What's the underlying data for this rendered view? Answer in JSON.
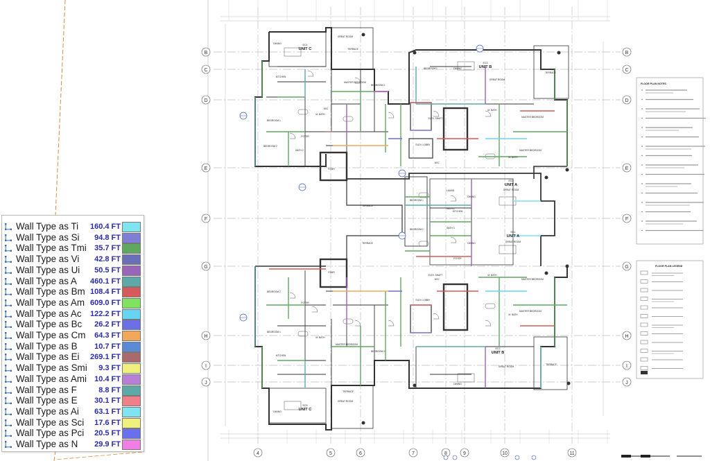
{
  "colors": {
    "paper": "#ffffff",
    "linework": "#3a3a3a",
    "grid_line": "#9a9a9a",
    "boundary_dash": "#d98c3a",
    "legend_value": "#2b2ba8"
  },
  "grid": {
    "rows": [
      "B",
      "C",
      "D",
      "E",
      "F",
      "G",
      "H",
      "I",
      "J"
    ],
    "columns": [
      "4",
      "5",
      "6",
      "7",
      "8",
      "9",
      "10",
      "11"
    ]
  },
  "units": [
    {
      "name": "UNIT C",
      "code": "EC4"
    },
    {
      "name": "UNIT B",
      "code": "EC3"
    },
    {
      "name": "UNIT A",
      "code": "EC0"
    },
    {
      "name": "UNIT A",
      "code": "EC1"
    },
    {
      "name": "UNIT B",
      "code": "EC2"
    },
    {
      "name": "UNIT C",
      "code": "EC5"
    }
  ],
  "rooms": [
    "GREAT ROOM",
    "DINING",
    "TERRACE",
    "KITCHEN",
    "BEDROOM 1",
    "BEDROOM 2",
    "BEDROOM 3",
    "MASTER BEDROOM",
    "M. BATH",
    "BATH 2",
    "BATH 3",
    "FOYER",
    "W/C",
    "STAIR",
    "ELEV. SHAFT",
    "ELEV. LOBBY",
    "LAUND."
  ],
  "notes_panel": {
    "title": "FLOOR PLAN NOTES"
  },
  "legend_panel": {
    "title": "FLOOR PLAN LEGEND"
  },
  "legend": {
    "items": [
      {
        "label": "Wall Type as Ti",
        "value": "160.4 FT",
        "color": "#7fe3f0"
      },
      {
        "label": "Wall Type as Si",
        "value": "94.8 FT",
        "color": "#7f7fd6"
      },
      {
        "label": "Wall Type as Tmi",
        "value": "35.7 FT",
        "color": "#5fa85f"
      },
      {
        "label": "Wall Type as Vi",
        "value": "42.8 FT",
        "color": "#6a6fb8"
      },
      {
        "label": "Wall Type as Ui",
        "value": "50.5 FT",
        "color": "#9a64b8"
      },
      {
        "label": "Wall Type as A",
        "value": "460.1 FT",
        "color": "#5fa8a8"
      },
      {
        "label": "Wall Type as Bm",
        "value": "108.4 FT",
        "color": "#d65a5a"
      },
      {
        "label": "Wall Type as Am",
        "value": "609.0 FT",
        "color": "#7fe35f"
      },
      {
        "label": "Wall Type as Ac",
        "value": "122.2 FT",
        "color": "#66d6f0"
      },
      {
        "label": "Wall Type as Bc",
        "value": "26.2 FT",
        "color": "#6a6fe3"
      },
      {
        "label": "Wall Type as Cm",
        "value": "64.3 FT",
        "color": "#f0a85a"
      },
      {
        "label": "Wall Type as B",
        "value": "10.7 FT",
        "color": "#5a8ad6"
      },
      {
        "label": "Wall Type as Ei",
        "value": "269.1 FT",
        "color": "#a86a6a"
      },
      {
        "label": "Wall Type as Smi",
        "value": "9.3 FT",
        "color": "#f0f07f"
      },
      {
        "label": "Wall Type as Ami",
        "value": "10.4 FT",
        "color": "#b87fd6"
      },
      {
        "label": "Wall Type as F",
        "value": "8.8 FT",
        "color": "#5fa8a8"
      },
      {
        "label": "Wall Type as E",
        "value": "30.1 FT",
        "color": "#f07f8a"
      },
      {
        "label": "Wall Type as Ai",
        "value": "63.1 FT",
        "color": "#7fe3f0"
      },
      {
        "label": "Wall Type as Sci",
        "value": "17.6 FT",
        "color": "#f0f07f"
      },
      {
        "label": "Wall Type as Pci",
        "value": "20.5 FT",
        "color": "#6a6ff0"
      },
      {
        "label": "Wall Type as N",
        "value": "29.9 FT",
        "color": "#f07fe3"
      }
    ]
  }
}
